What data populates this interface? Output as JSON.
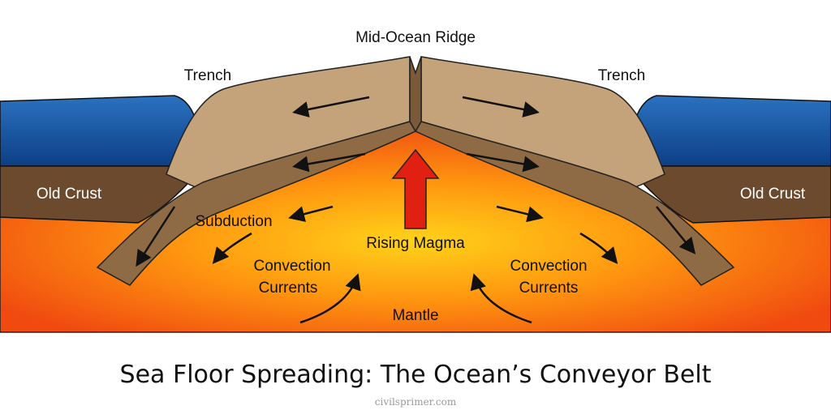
{
  "title": "Sea Floor Spreading: The Ocean’s Conveyor Belt",
  "watermark": "civilsprimer.com",
  "labels": {
    "ridge": "Mid-Ocean Ridge",
    "trench_left": "Trench",
    "trench_right": "Trench",
    "old_crust_left": "Old Crust",
    "old_crust_right": "Old Crust",
    "subduction": "Subduction",
    "rising_magma": "Rising Magma",
    "convection_left_1": "Convection",
    "convection_left_2": "Currents",
    "convection_right_1": "Convection",
    "convection_right_2": "Currents",
    "mantle": "Mantle"
  },
  "colors": {
    "ocean": "#1f5fa8",
    "crust": "#6b4a2e",
    "plate_top": "#c4a27a",
    "plate_front": "#8f6b45",
    "magma_arrow": "#e02010"
  }
}
